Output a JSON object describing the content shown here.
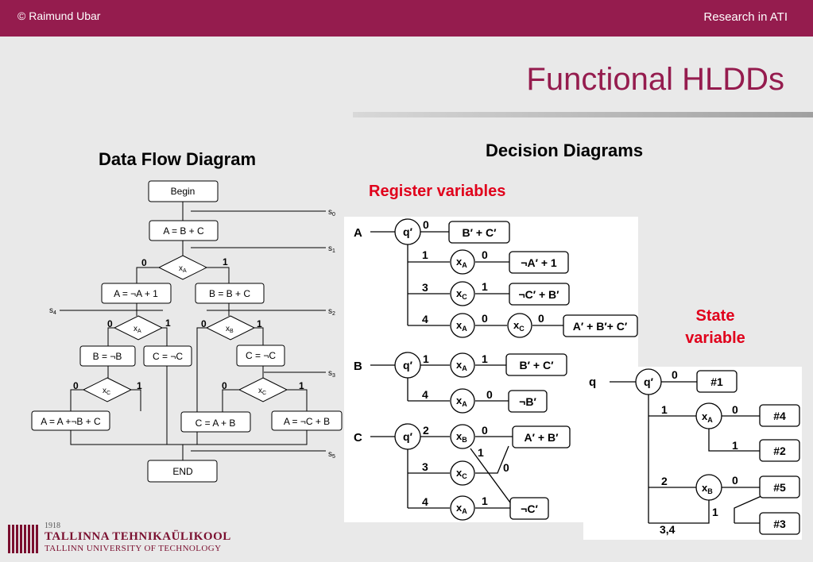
{
  "header": {
    "left_text": "© Raimund Ubar",
    "right_text": "Research in ATI"
  },
  "title": "Functional HLDDs",
  "left_heading": "Data Flow Diagram",
  "right_heading": "Decision  Diagrams",
  "register_label": "Register variables",
  "state_label_line1": "State",
  "state_label_line2": "variable",
  "flow": {
    "begin": "Begin",
    "end": "END",
    "box_a_bc": "A = B + C",
    "box_a_not_a1": "A = ¬A + 1",
    "box_b_bc": "B = B + C",
    "box_b_not_b": "B = ¬B",
    "box_c_not_c1": "C = ¬C",
    "box_c_not_c2": "C = ¬C",
    "box_a_a_not_b_c": "A = A +¬B + C",
    "box_c_ab": "C = A + B",
    "box_a_not_c_b": "A = ¬C + B",
    "s0": "s",
    "s1": "s",
    "s2": "s",
    "s3": "s",
    "s4": "s",
    "s5": "s",
    "s0_sub": "0",
    "s1_sub": "1",
    "s2_sub": "2",
    "s3_sub": "3",
    "s4_sub": "4",
    "s5_sub": "5",
    "xa": "x",
    "xb": "x",
    "xc": "x",
    "sub_a": "A",
    "sub_b": "B",
    "sub_c": "C",
    "e0": "0",
    "e1": "1"
  },
  "dd": {
    "var_a": "A",
    "var_b": "B",
    "var_c": "C",
    "var_q": "q",
    "q_node": "q′",
    "x": "x",
    "sub_a": "A",
    "sub_b": "B",
    "sub_c": "C",
    "a_t1": "B′ + C′",
    "a_t2": "¬A′ + 1",
    "a_t3": "¬C′ + B′",
    "a_t4": "A′ + B′+ C′",
    "b_t1": "B′ + C′",
    "b_t2": "¬B′",
    "c_t1": "A′ + B′",
    "c_t2": "¬C′",
    "q_t1": "#1",
    "q_t2": "#4",
    "q_t3": "#2",
    "q_t4": "#5",
    "q_t5": "#3",
    "e0": "0",
    "e1": "1",
    "e2": "2",
    "e3": "3",
    "e4": "4",
    "e34": "3,4"
  },
  "logo": {
    "year": "1918",
    "name": "TALLINNA TEHNIKAÜLIKOOL",
    "name_en": "TALLINN UNIVERSITY OF TECHNOLOGY"
  },
  "colors": {
    "header_bar": "#951c4e",
    "title": "#951c4e",
    "state_red": "#e0001b"
  }
}
